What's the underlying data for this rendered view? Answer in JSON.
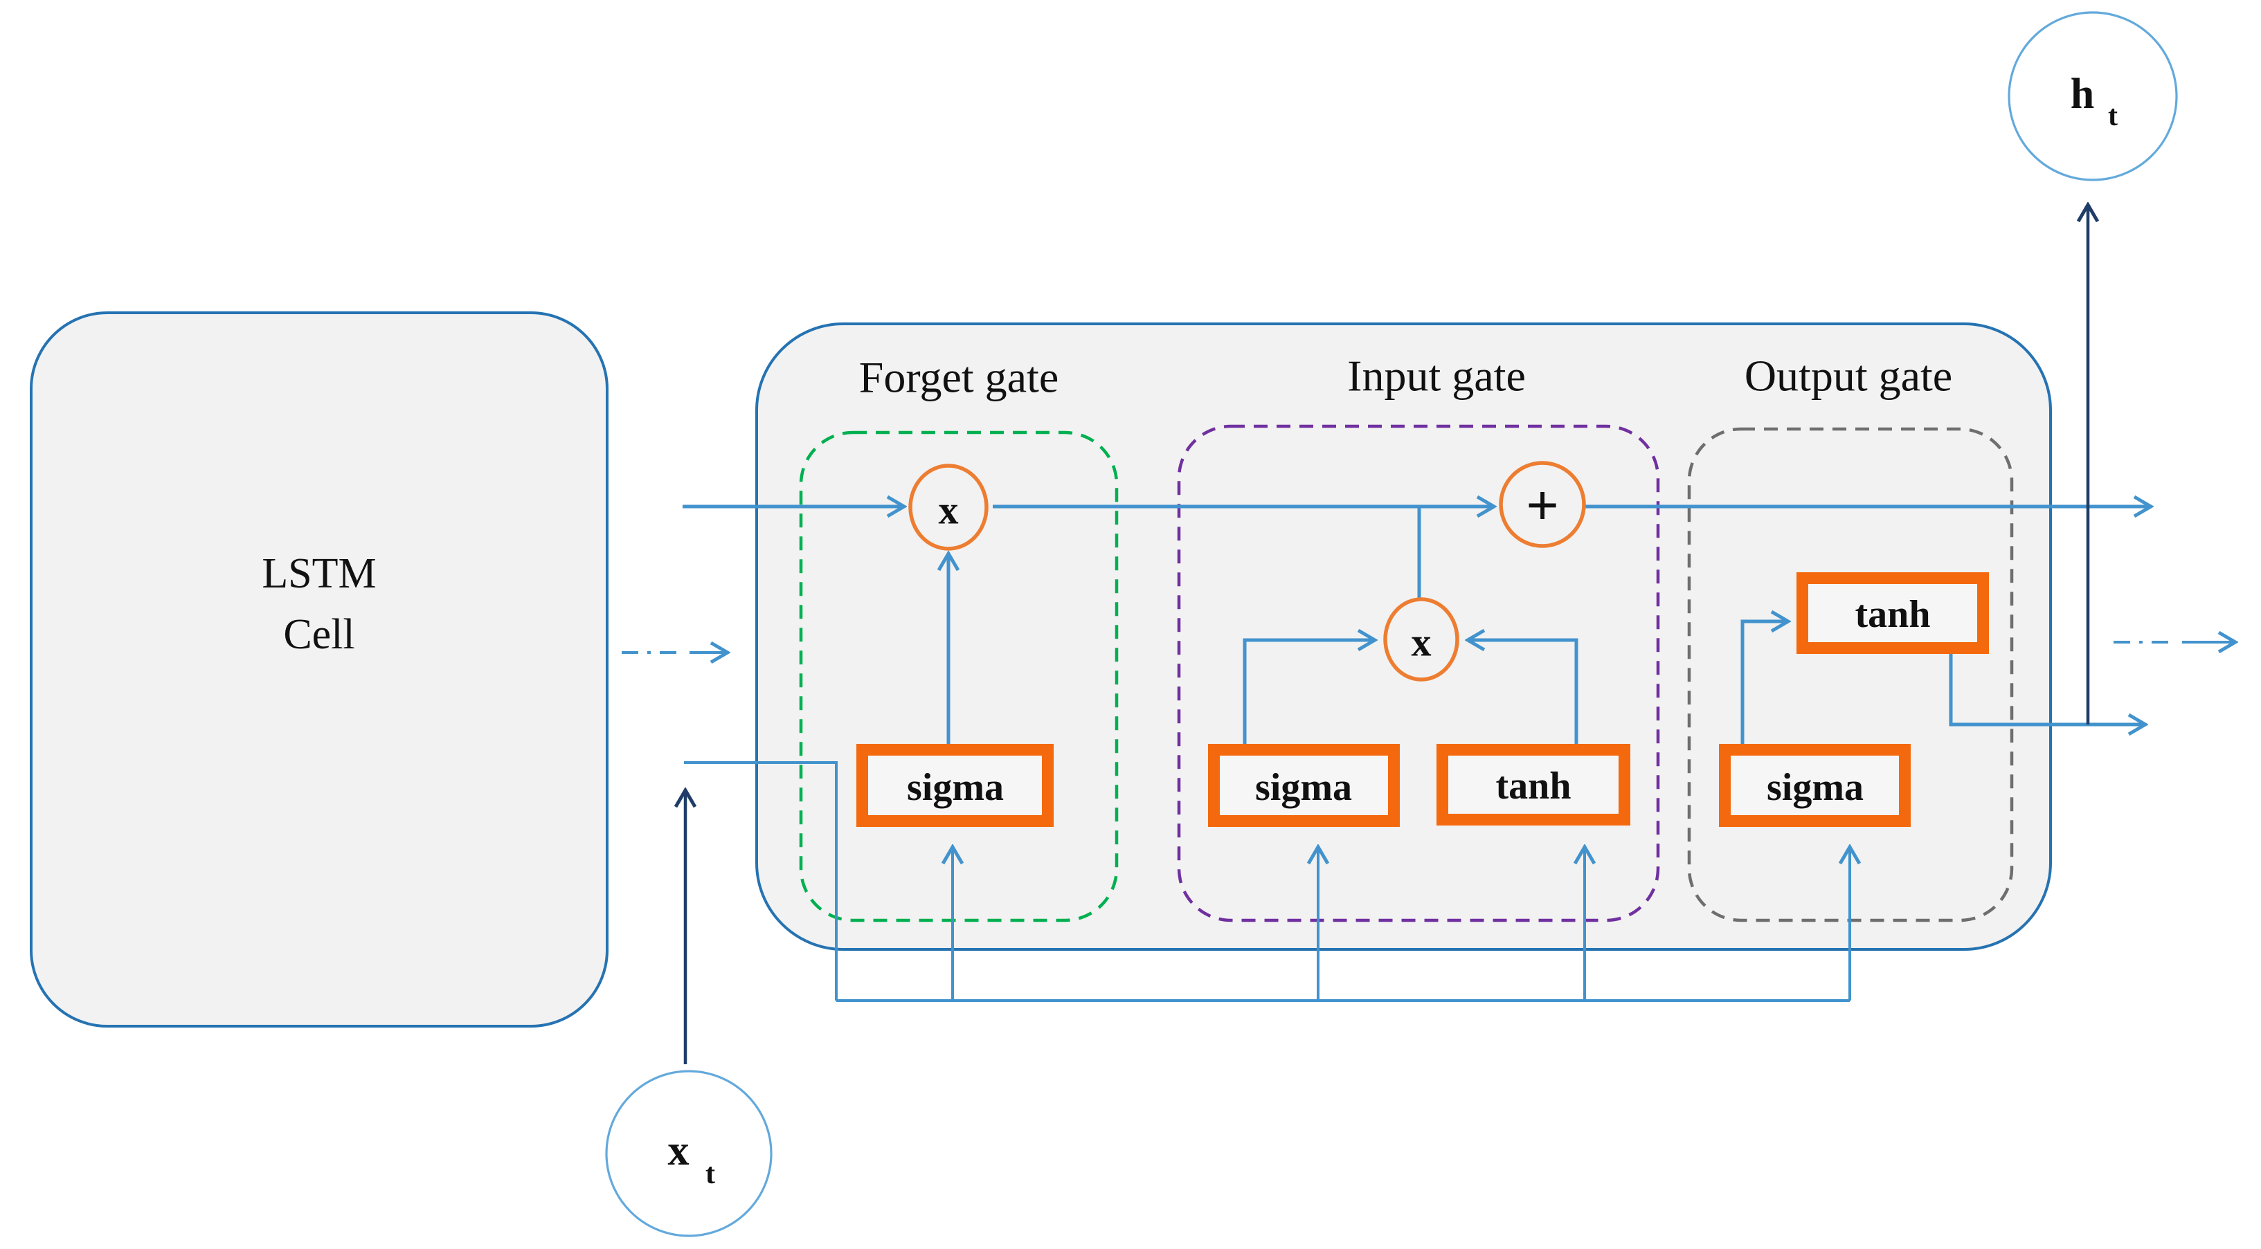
{
  "diagram_title_implicit": "LSTM cell internal structure",
  "lstm_box": {
    "label_line1": "LSTM",
    "label_line2": "Cell"
  },
  "nodes": {
    "hidden_output": {
      "main": "h",
      "sub": "t"
    },
    "input": {
      "main": "x",
      "sub": "t"
    }
  },
  "gates": {
    "forget": {
      "title": "Forget gate",
      "sigma_label": "sigma",
      "multiply_op": "x"
    },
    "input": {
      "title": "Input gate",
      "sigma_label": "sigma",
      "tanh_label": "tanh",
      "add_op": "+",
      "multiply_op": "x"
    },
    "output": {
      "title": "Output gate",
      "sigma_label": "sigma",
      "tanh_label": "tanh"
    }
  },
  "icons": {
    "arrows": [
      "right-arrow-icon",
      "up-arrow-icon",
      "dashed-arrow-icon"
    ]
  },
  "colors": {
    "container_border_blue": "#2673b2",
    "container_fill_gray": "#f2f2f2",
    "wire_blue": "#4293cd",
    "navy_arrow": "#1f3d68",
    "node_circle_blue": "#63a9dc",
    "op_circle_orange": "#ed7d31",
    "block_border_orange": "#f4690d",
    "forget_gate_dash_green": "#00b050",
    "input_gate_dash_purple": "#7030a0",
    "output_gate_dash_gray": "#6e6e6e",
    "text_black": "#111111"
  }
}
